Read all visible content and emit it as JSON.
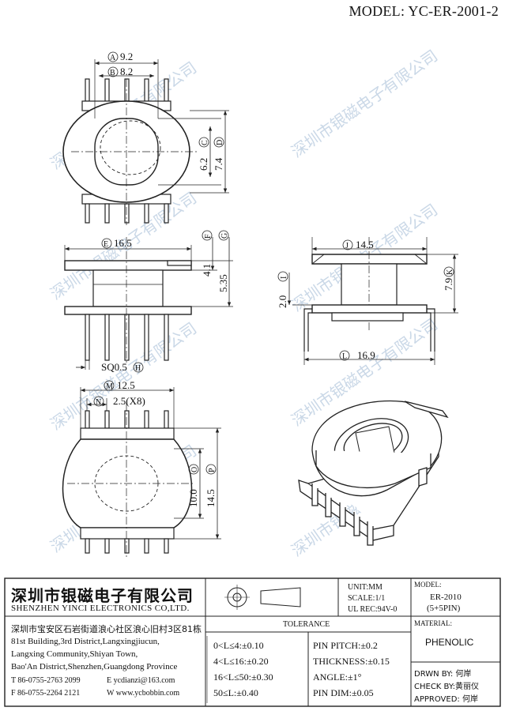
{
  "header": {
    "model_title": "MODEL: YC-ER-2001-2"
  },
  "watermark": "深圳市银磁电子有限公司",
  "dims": {
    "A": "9.2",
    "B": "8.2",
    "C": "6.2",
    "D": "7.4",
    "E": "16.5",
    "F": "4.1",
    "G": "5.35",
    "H": "SQ0.5",
    "I": "2.0",
    "J": "14.5",
    "K": "7.9",
    "L": "16.9",
    "M": "12.5",
    "N": "2.5(X8)",
    "O": "10.0",
    "P": "14.5"
  },
  "title_block": {
    "company_cn": "深圳市银磁电子有限公司",
    "company_en": "SHENZHEN YINCI ELECTRONICS CO,LTD.",
    "address_cn": "深圳市宝安区石岩街道浪心社区浪心旧村3区81栋",
    "address_lines": [
      "81st Building,3rd District,Langxingjiucun,",
      "Langxing Community,Shiyan Town,",
      "Bao'An District,Shenzhen,Guangdong Province"
    ],
    "tel": "T 86-0755-2763 2099",
    "email": "E ycdianzi@163.com",
    "fax": "F 86-0755-2264 2121",
    "web": "W www.ycbobbin.com",
    "unit": "UNIT:MM",
    "scale": "SCALE:1/1",
    "ul_rec": "UL REC:94V-0",
    "model_label": "MODEL:",
    "model_value": "ER-2010",
    "model_pins": "(5+5PIN)",
    "material_label": "MATERIAL:",
    "material_value": "PHENOLIC",
    "tolerance_title": "TOLERANCE",
    "tolerances": [
      "0<L≤4:±0.10",
      "4<L≤16:±0.20",
      "16<L≤50:±0.30",
      "50≤L:±0.40"
    ],
    "pin_tolerances": [
      "PIN PITCH:±0.2",
      "THICKNESS:±0.15",
      "ANGLE:±1°",
      "PIN DIM:±0.05"
    ],
    "drawn_by": "DRWN BY: 何岸",
    "check_by": "CHECK BY:黄丽仪",
    "approved": "APPROVED: 何岸"
  }
}
